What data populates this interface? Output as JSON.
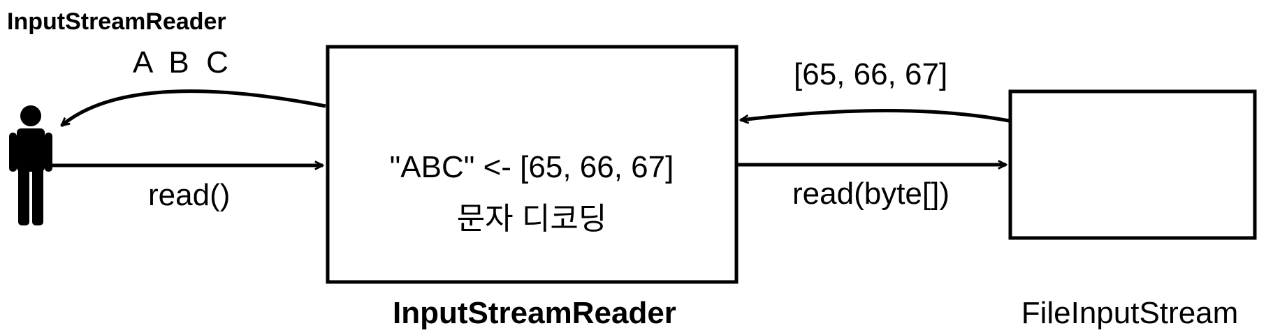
{
  "header": {
    "title": "InputStreamReader"
  },
  "user": {
    "icon": "person-icon"
  },
  "arrows": {
    "decoded_chars": "A  B  C",
    "read_call": "read()",
    "bytes_returned": "[65, 66, 67]",
    "read_bytes_call": "read(byte[])"
  },
  "reader_box": {
    "line1": "\"ABC\" <- [65, 66, 67]",
    "line2": "문자 디코딩",
    "caption": "InputStreamReader"
  },
  "file_box": {
    "caption": "FileInputStream"
  },
  "colors": {
    "stroke": "#000000",
    "background": "#ffffff"
  }
}
